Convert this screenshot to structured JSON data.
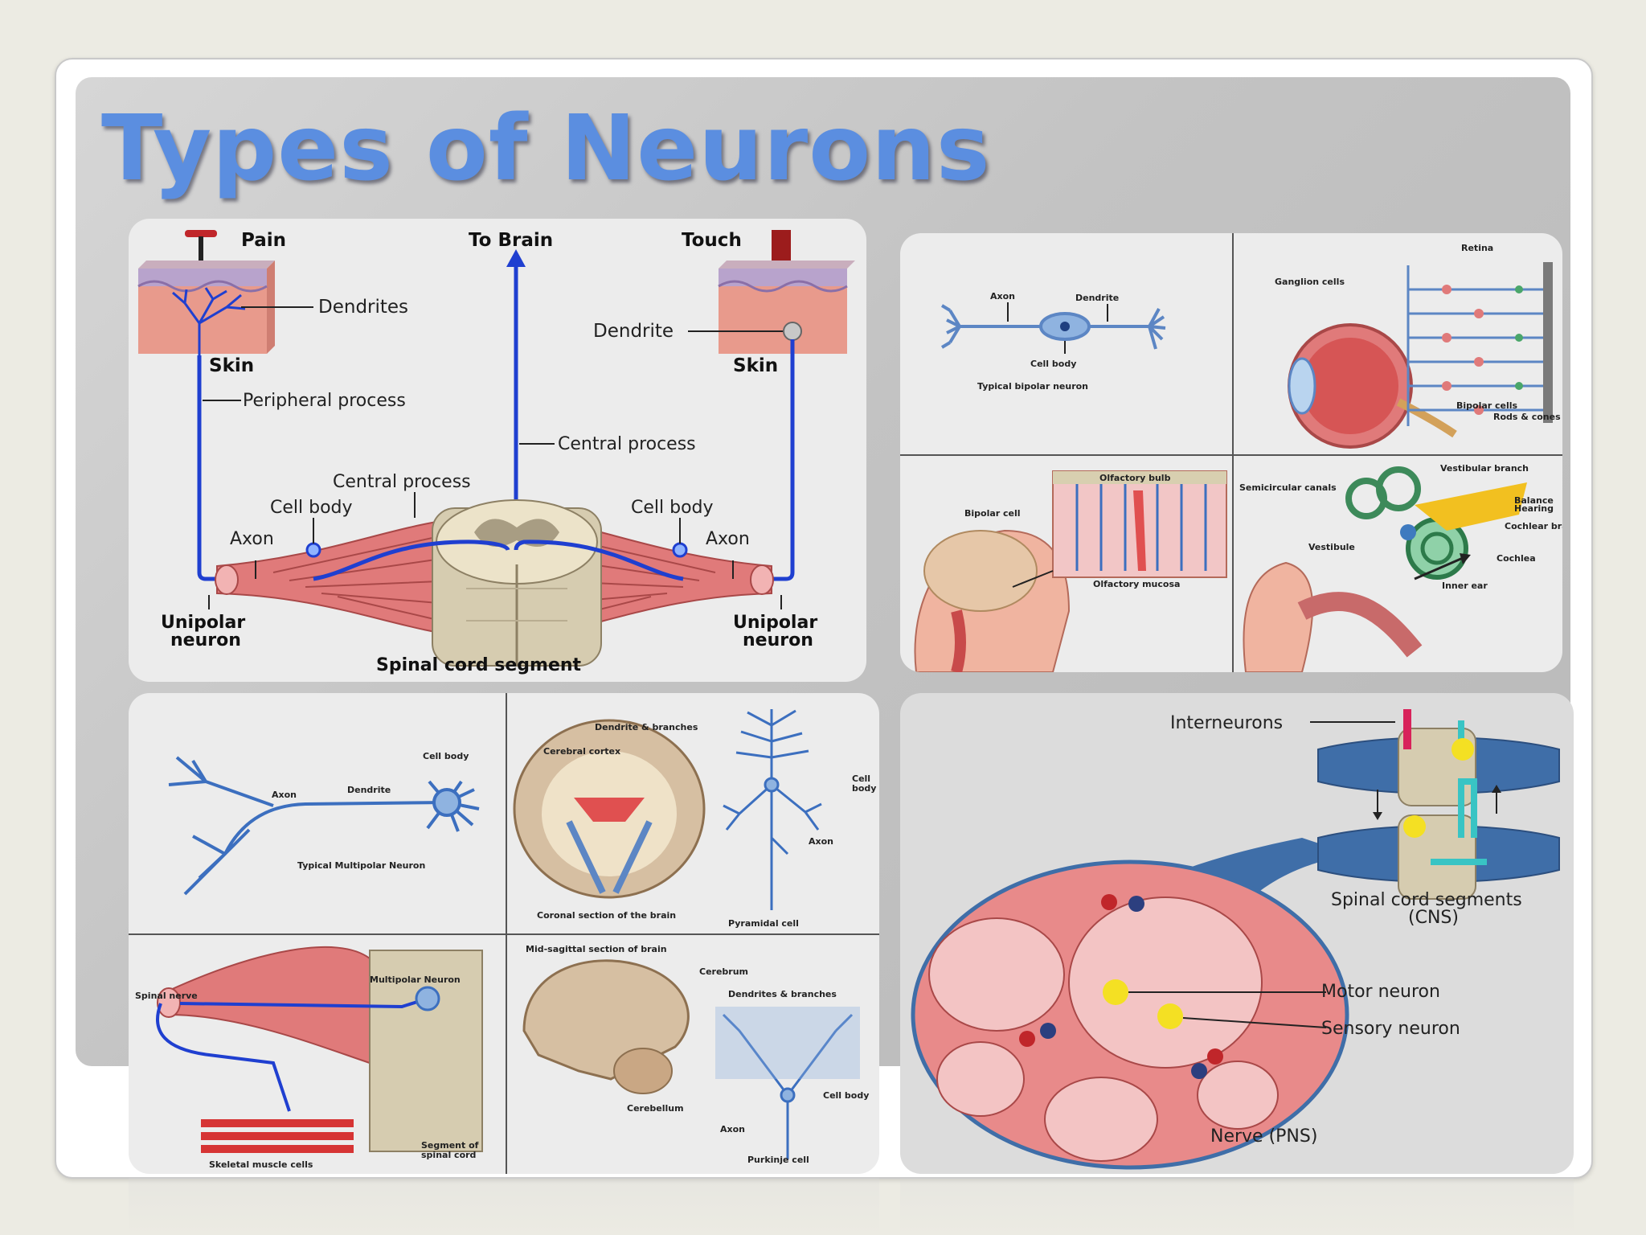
{
  "slide": {
    "title": "Types of Neurons"
  },
  "panel_unipolar": {
    "pain": "Pain",
    "to_brain": "To Brain",
    "touch": "Touch",
    "dendrites": "Dendrites",
    "dendrite": "Dendrite",
    "skin_left": "Skin",
    "skin_right": "Skin",
    "peripheral_process": "Peripheral process",
    "central_process_top": "Central process",
    "central_process_left": "Central process",
    "cell_body_left": "Cell body",
    "cell_body_right": "Cell body",
    "axon_left": "Axon",
    "axon_right": "Axon",
    "unipolar_left_1": "Unipolar",
    "unipolar_left_2": "neuron",
    "unipolar_right_1": "Unipolar",
    "unipolar_right_2": "neuron",
    "spinal_cord_segment": "Spinal cord segment"
  },
  "panel_bipolar": {
    "axon": "Axon",
    "dendrite": "Dendrite",
    "cell_body": "Cell body",
    "caption": "Typical bipolar neuron",
    "retina": "Retina",
    "ganglion_cells": "Ganglion cells",
    "bipolar_cells": "Bipolar cells",
    "rods_cones": "Rods & cones",
    "olfactory_bulb": "Olfactory bulb",
    "bipolar_cell": "Bipolar cell",
    "olfactory_mucosa": "Olfactory mucosa",
    "semicircular_canals": "Semicircular canals",
    "vestibular_branch": "Vestibular branch",
    "balance": "Balance",
    "hearing": "Hearing",
    "cochlear_branch": "Cochlear branch",
    "vestibule": "Vestibule",
    "cochlea": "Cochlea",
    "inner_ear": "Inner ear"
  },
  "panel_multipolar": {
    "cell_body": "Cell body",
    "axon": "Axon",
    "dendrite": "Dendrite",
    "caption": "Typical Multipolar Neuron",
    "dendrite_branches": "Dendrite & branches",
    "cerebral_cortex": "Cerebral cortex",
    "pyr_cell_body_1": "Cell",
    "pyr_cell_body_2": "body",
    "pyr_axon": "Axon",
    "coronal": "Coronal section of the brain",
    "pyramidal": "Pyramidal cell",
    "spinal_nerve": "Spinal nerve",
    "multipolar_neuron": "Multipolar Neuron",
    "skeletal": "Skeletal muscle cells",
    "segment_1": "Segment of",
    "segment_2": "spinal cord",
    "mid_sagittal": "Mid-sagittal section of brain",
    "cerebrum": "Cerebrum",
    "dendrites_branches": "Dendrites & branches",
    "cerebellum": "Cerebellum",
    "purkinje_cell_body": "Cell body",
    "purkinje_axon": "Axon",
    "purkinje": "Purkinje cell"
  },
  "panel_interneurons": {
    "interneurons": "Interneurons",
    "spinal_segments_1": "Spinal cord segments",
    "spinal_segments_2": "(CNS)",
    "motor_neuron": "Motor neuron",
    "sensory_neuron": "Sensory neuron",
    "nerve": "Nerve (PNS)"
  },
  "colors": {
    "title": "#5b8ee0",
    "neuron_blue": "#1f3fd0",
    "nerve_blue": "#3f6ea8",
    "muscle_red": "#e07a7a",
    "skin_pink": "#e89a8c",
    "cord_tan": "#d6ccb0"
  }
}
